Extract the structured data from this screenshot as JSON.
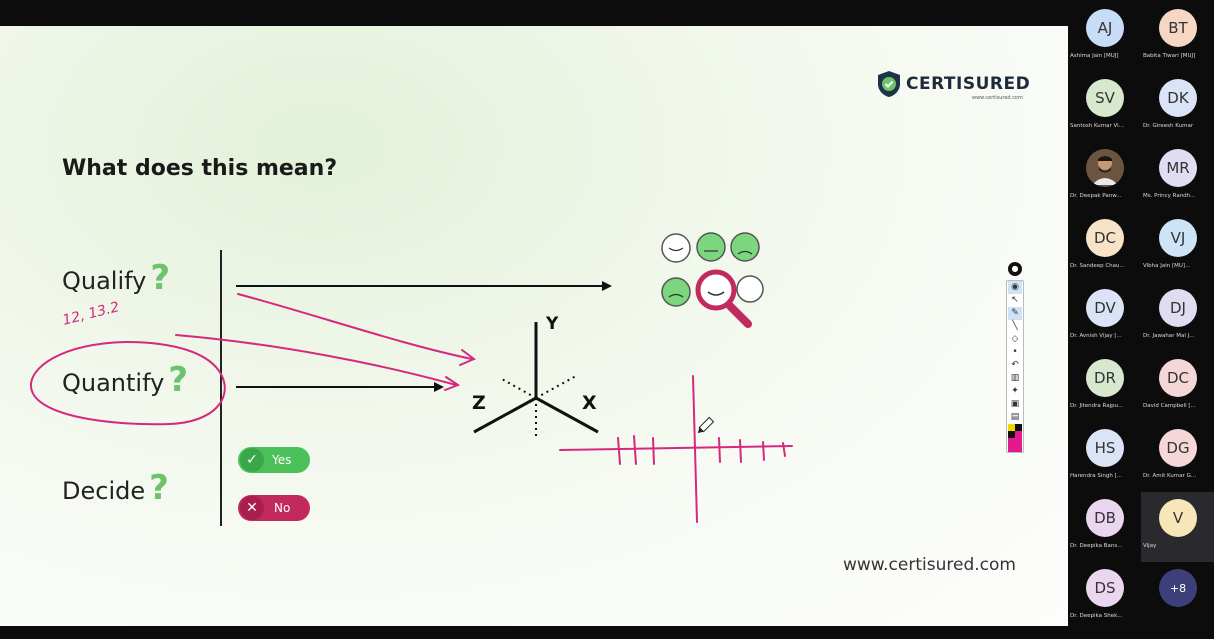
{
  "slide": {
    "brand": "CERTISURED",
    "brand_url_small": "www.certisured.com",
    "title": "What does this mean?",
    "rows": [
      {
        "label": "Qualify",
        "mark": "?"
      },
      {
        "label": "Quantify",
        "mark": "?"
      },
      {
        "label": "Decide",
        "mark": "?"
      }
    ],
    "yes_label": "Yes",
    "no_label": "No",
    "axis_labels": {
      "y": "Y",
      "z": "Z",
      "x": "X"
    },
    "handwriting": "12, 13.2",
    "website": "www.certisured.com",
    "colors": {
      "accent_green": "#6cc36b",
      "annotation_pink": "#d6287f",
      "brand_dark": "#1e2a3a"
    }
  },
  "toolbar": {
    "icons": [
      "pin-icon",
      "eye-icon",
      "pointer-icon",
      "pen-icon",
      "line-icon",
      "eraser-icon",
      "dot-icon",
      "undo-icon",
      "trash-icon",
      "stamp-icon",
      "camera-icon",
      "clipboard-icon",
      "color-palette-icon"
    ]
  },
  "participants": [
    {
      "initials": "AJ",
      "name": "Ashima Jain [MUJ]",
      "color": "#c8dcf5"
    },
    {
      "initials": "BT",
      "name": "Babita Tiwari [MUJ]",
      "color": "#f6d7c4"
    },
    {
      "initials": "SV",
      "name": "Santosh Kumar Vi...",
      "color": "#d7e8cf"
    },
    {
      "initials": "DK",
      "name": "Dr. Gireesh Kumar",
      "color": "#dbe3f7"
    },
    {
      "initials": "",
      "name": "Dr. Deepak Panw...",
      "color": "#5a4a3a"
    },
    {
      "initials": "MR",
      "name": "Ms. Princy Randh...",
      "color": "#e2dcf2"
    },
    {
      "initials": "DC",
      "name": "Dr. Sandeep Chau...",
      "color": "#f7e3c8"
    },
    {
      "initials": "VJ",
      "name": "Vibha Jain [MU]...",
      "color": "#cde3f7"
    },
    {
      "initials": "DV",
      "name": "Dr. Avnish Vijay [...",
      "color": "#dbe3f7"
    },
    {
      "initials": "DJ",
      "name": "Dr. Jawahar Mal J...",
      "color": "#e2dcf2"
    },
    {
      "initials": "DR",
      "name": "Dr. Jitendra Rajpu...",
      "color": "#d7e8cf"
    },
    {
      "initials": "DC",
      "name": "David Campbell [...",
      "color": "#f6d7d7"
    },
    {
      "initials": "HS",
      "name": "Harendra Singh [...",
      "color": "#dbe3f7"
    },
    {
      "initials": "DG",
      "name": "Dr. Amit Kumar G...",
      "color": "#f6d7d7"
    },
    {
      "initials": "DB",
      "name": "Dr. Deepika Bans...",
      "color": "#ead7ef"
    },
    {
      "initials": "V",
      "name": "Vijay",
      "color": "#f7e7b8"
    },
    {
      "initials": "DS",
      "name": "Dr. Deepika Shek...",
      "color": "#ead7ef"
    },
    {
      "initials": "+8",
      "name": "",
      "color": "#3d3f7a"
    }
  ]
}
